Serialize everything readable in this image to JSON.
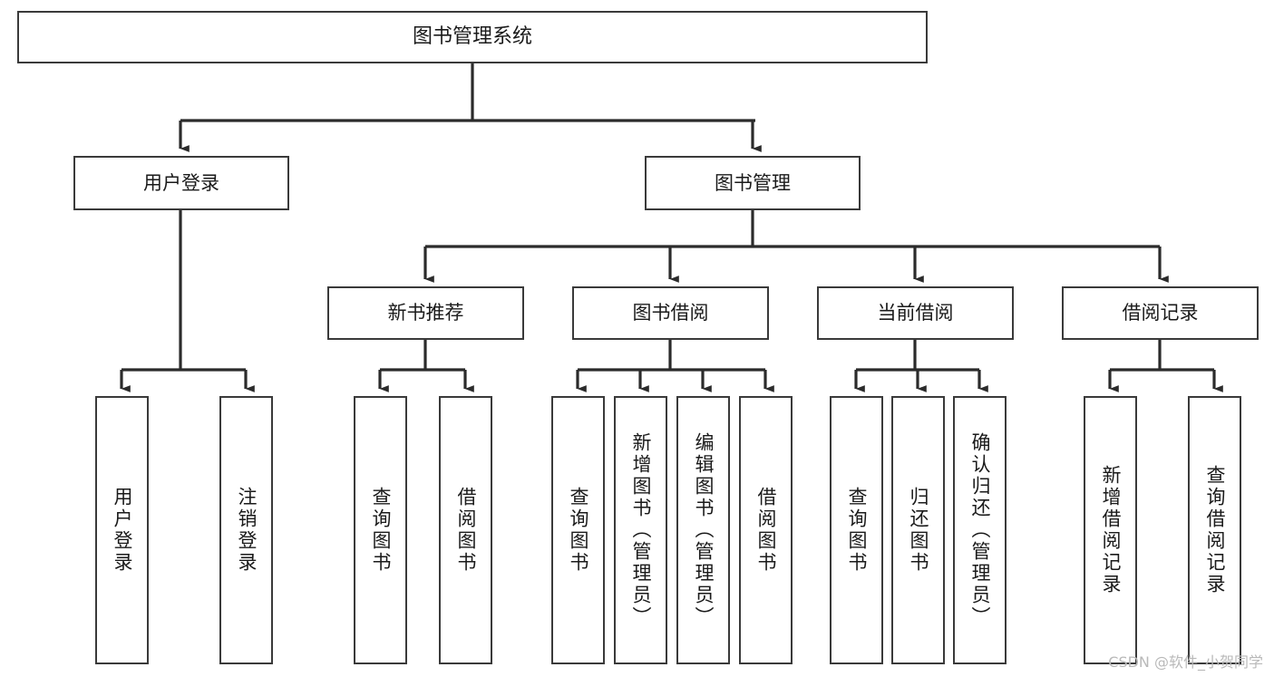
{
  "diagram": {
    "type": "tree-hierarchy-chart",
    "title": "图书管理系统",
    "orientation": "top-down",
    "colors": {
      "box_border": "#3a3a3a",
      "box_fill": "#ffffff",
      "edge": "#2b2b2b",
      "text": "#1a1a1a",
      "watermark": "#b9b9b9",
      "background": "#ffffff"
    }
  },
  "watermark": {
    "text": "CSDN @软件_小贺同学"
  },
  "nodes": {
    "root": {
      "id": "root",
      "label": "图书管理系统",
      "orientation": "horizontal"
    },
    "level2": [
      {
        "id": "user-login",
        "label": "用户登录",
        "orientation": "horizontal"
      },
      {
        "id": "book-manage",
        "label": "图书管理",
        "orientation": "horizontal"
      }
    ],
    "level3": [
      {
        "id": "new-book-recommend",
        "label": "新书推荐",
        "orientation": "horizontal"
      },
      {
        "id": "book-borrow",
        "label": "图书借阅",
        "orientation": "horizontal"
      },
      {
        "id": "current-borrow",
        "label": "当前借阅",
        "orientation": "horizontal"
      },
      {
        "id": "borrow-record",
        "label": "借阅记录",
        "orientation": "horizontal"
      }
    ],
    "leaves": [
      {
        "id": "leaf-user-login",
        "label": "用户登录",
        "parent": "user-login",
        "orientation": "vertical"
      },
      {
        "id": "leaf-user-logout",
        "label": "注销登录",
        "parent": "user-login",
        "orientation": "vertical"
      },
      {
        "id": "leaf-query-book-1",
        "label": "查询图书",
        "parent": "new-book-recommend",
        "orientation": "vertical"
      },
      {
        "id": "leaf-borrow-book-1",
        "label": "借阅图书",
        "parent": "new-book-recommend",
        "orientation": "vertical"
      },
      {
        "id": "leaf-query-book-2",
        "label": "查询图书",
        "parent": "book-borrow",
        "orientation": "vertical"
      },
      {
        "id": "leaf-add-book",
        "label": "新增图书（管理员）",
        "parent": "book-borrow",
        "orientation": "vertical"
      },
      {
        "id": "leaf-edit-book",
        "label": "编辑图书（管理员）",
        "parent": "book-borrow",
        "orientation": "vertical"
      },
      {
        "id": "leaf-borrow-book-2",
        "label": "借阅图书",
        "parent": "book-borrow",
        "orientation": "vertical"
      },
      {
        "id": "leaf-query-book-3",
        "label": "查询图书",
        "parent": "current-borrow",
        "orientation": "vertical"
      },
      {
        "id": "leaf-return-book",
        "label": "归还图书",
        "parent": "current-borrow",
        "orientation": "vertical"
      },
      {
        "id": "leaf-confirm-return",
        "label": "确认归还（管理员）",
        "parent": "current-borrow",
        "orientation": "vertical"
      },
      {
        "id": "leaf-add-record",
        "label": "新增借阅记录",
        "parent": "borrow-record",
        "orientation": "vertical"
      },
      {
        "id": "leaf-query-record",
        "label": "查询借阅记录",
        "parent": "borrow-record",
        "orientation": "vertical"
      }
    ]
  }
}
